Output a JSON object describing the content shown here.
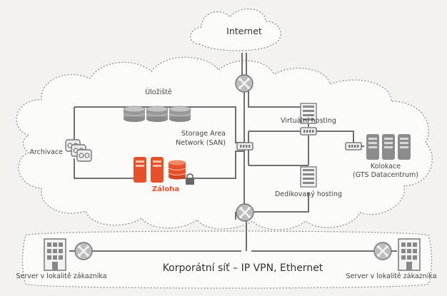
{
  "title": "",
  "nodes": {
    "internet": "Internet",
    "storage": "Úložiště",
    "archiving": "Archivace",
    "san": [
      "Storage Area",
      "Network (SAN)"
    ],
    "backup": "Záloha",
    "virtual_hosting": "Virtuální hosting",
    "colocation": [
      "Kolokace",
      "(GTS Datacentrum)"
    ],
    "dedicated_hosting": "Dedikovaný hosting",
    "corporate_network": "Korporátní síť – IP VPN, Ethernet",
    "server_left": "Server v lokalitě zákazníka",
    "server_right": "Server v lokalitě zákazníka"
  },
  "colors": {
    "accent": "#e8502a",
    "line": "#6f6f6f",
    "device": "#8c8c8c",
    "router_fill": "#bdbdbd"
  },
  "icons": [
    "cloud-icon",
    "router-icon",
    "switch-icon",
    "database-icon",
    "tape-archive-icon",
    "server-tower-icon",
    "rack-server-icon",
    "building-icon",
    "lock-icon"
  ]
}
